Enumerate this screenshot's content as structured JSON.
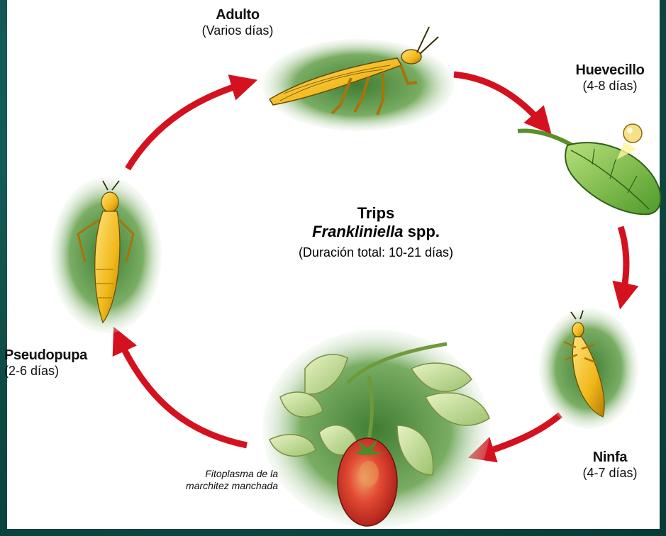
{
  "colors": {
    "arrow": "#d4121f",
    "insect_body": "#f0b81a",
    "insect_outline": "#6b4a05",
    "leaf": "#7fbf3b",
    "blotch": "#4d8a3a",
    "tomato": "#d8302b",
    "frame": "#0d4a45"
  },
  "center": {
    "title": "Trips",
    "genus": "Frankliniella",
    "species": "spp.",
    "duration": "(Duración total: 10-21 días)"
  },
  "stages": {
    "adult": {
      "title": "Adulto",
      "duration": "(Varios días)"
    },
    "egg": {
      "title": "Huevecillo",
      "duration": "(4-8 días)"
    },
    "nymph": {
      "title": "Ninfa",
      "duration": "(4-7 días)"
    },
    "pseudopupa": {
      "title": "Pseudopupa",
      "duration": "(2-6 días)"
    }
  },
  "annotation": {
    "line1": "Fitoplasma de la",
    "line2": "marchitez manchada"
  },
  "icons": [
    "adult-thrips-icon",
    "leaf-with-egg-icon",
    "nymph-thrips-icon",
    "infected-tomato-plant-icon",
    "pseudopupa-thrips-icon"
  ]
}
